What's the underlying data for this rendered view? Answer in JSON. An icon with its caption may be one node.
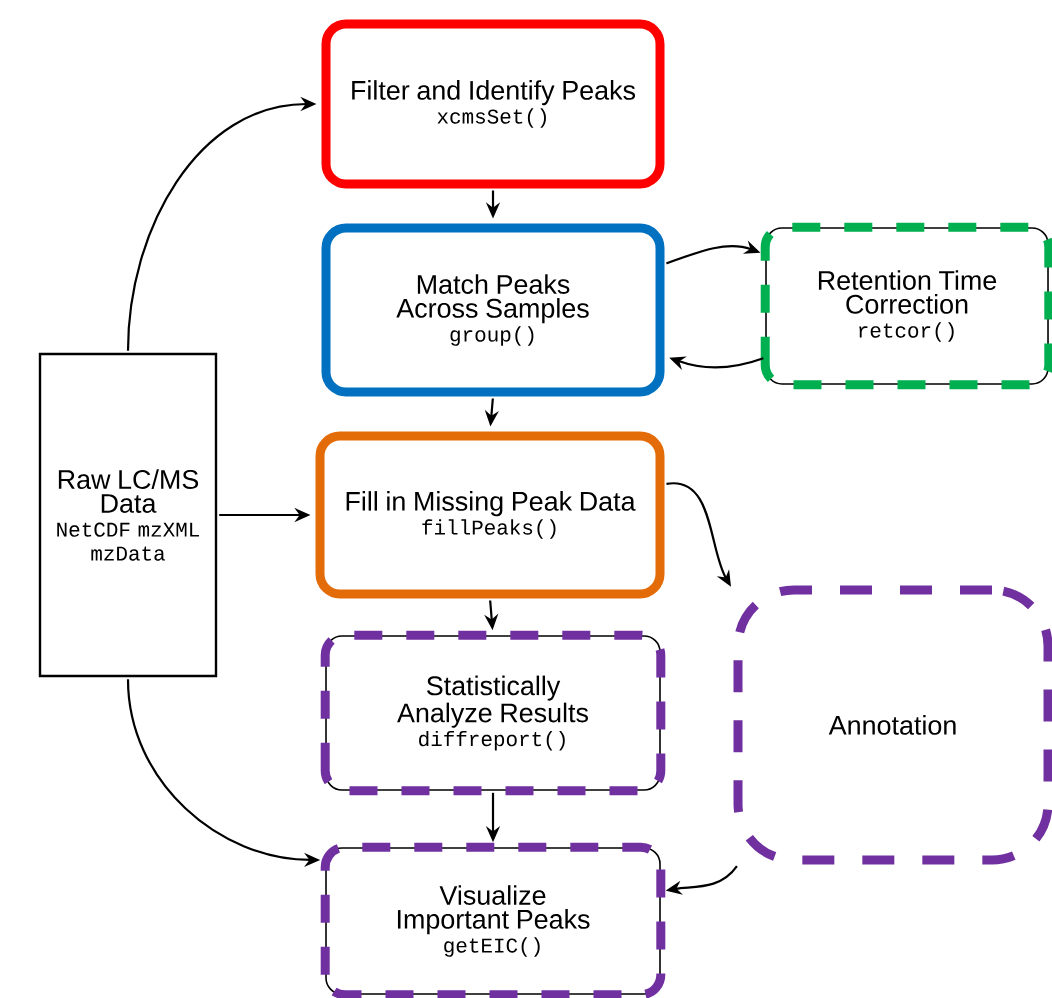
{
  "diagram": {
    "nodes": [
      {
        "text": [
          "Raw LC/MS Data",
          "NetCDF mzXML mzData"
        ]
      },
      {
        "text": [
          "Filter and Identify Peaks",
          "xcmsSet()"
        ]
      },
      {
        "text": [
          "Match Peaks Across Samples",
          "group()"
        ]
      },
      {
        "text": [
          "Retention Time Correction",
          "retcor()"
        ]
      },
      {
        "text": [
          "Fill in Missing Peak Data",
          "fillPeaks()"
        ]
      },
      {
        "text": [
          "Statistically Analyze Results",
          "diffreport()"
        ]
      },
      {
        "text": [
          "Visualize Important Peaks",
          "getEIC()"
        ]
      },
      {
        "text": [
          "Annotation"
        ]
      }
    ],
    "edges": [
      {
        "from": 0,
        "to": 1,
        "arrow": "to"
      },
      {
        "from": 1,
        "to": 2,
        "arrow": "to"
      },
      {
        "from": 2,
        "to": 3,
        "arrow": "to"
      },
      {
        "from": 3,
        "to": 2,
        "arrow": "to"
      },
      {
        "from": 2,
        "to": 4,
        "arrow": "to"
      },
      {
        "from": 0,
        "to": 4,
        "arrow": "to"
      },
      {
        "from": 4,
        "to": 5,
        "arrow": "to"
      },
      {
        "from": 5,
        "to": 6,
        "arrow": "to"
      },
      {
        "from": 0,
        "to": 6,
        "arrow": "to"
      },
      {
        "from": 4,
        "to": 7,
        "arrow": "to"
      },
      {
        "from": 7,
        "to": 6,
        "arrow": "to"
      }
    ]
  }
}
